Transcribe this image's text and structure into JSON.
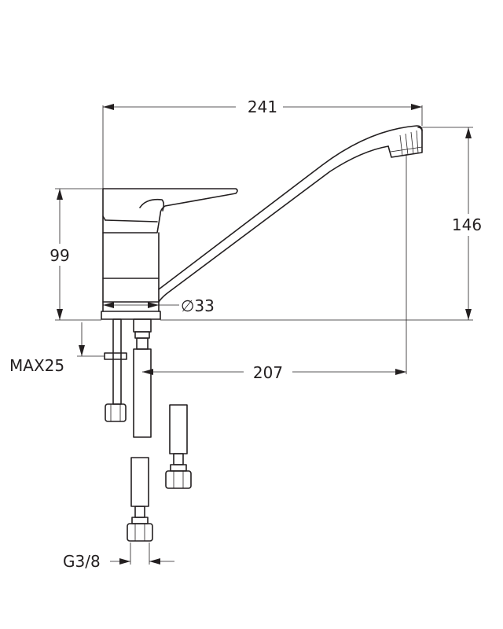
{
  "dimensions": {
    "total_length": "241",
    "total_height": "146",
    "body_height": "99",
    "base_diameter": "∅33",
    "spout_reach": "207",
    "max_counter_thickness": "MAX25",
    "thread_size": "G3/8"
  },
  "colors": {
    "line": "#231f20",
    "background": "#ffffff"
  }
}
